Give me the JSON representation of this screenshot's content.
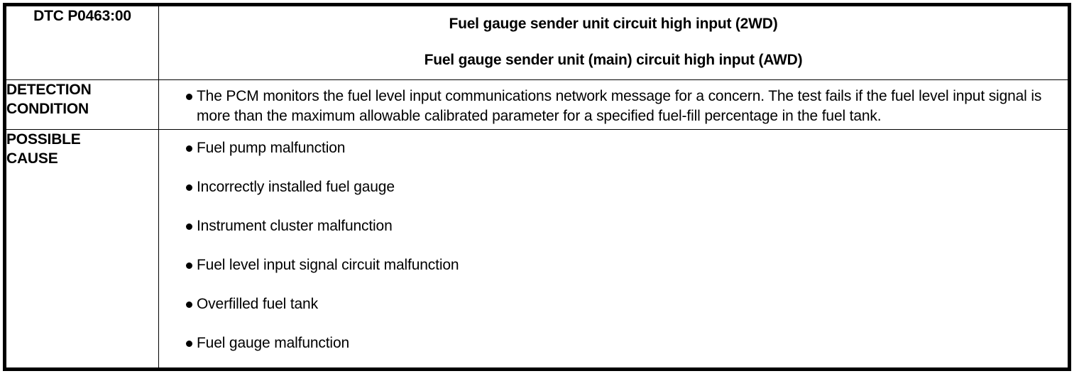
{
  "table": {
    "rows": [
      {
        "label": "DTC P0463:00",
        "title_lines": [
          "Fuel gauge sender unit circuit high input (2WD)",
          "Fuel gauge sender unit (main) circuit high input (AWD)"
        ]
      },
      {
        "label_lines": [
          "DETECTION",
          "CONDITION"
        ],
        "items": [
          "The PCM monitors the fuel level input communications network message for a concern. The test fails if the fuel level input signal is more than the maximum allowable calibrated parameter for a specified fuel-fill percentage in the fuel tank."
        ]
      },
      {
        "label_lines": [
          "POSSIBLE",
          "CAUSE"
        ],
        "items": [
          "Fuel pump malfunction",
          "Incorrectly installed fuel gauge",
          "Instrument cluster malfunction",
          "Fuel level input signal circuit malfunction",
          "Overfilled fuel tank",
          "Fuel gauge malfunction"
        ]
      }
    ]
  },
  "colors": {
    "border": "#000000",
    "text": "#000000",
    "background": "#ffffff"
  }
}
